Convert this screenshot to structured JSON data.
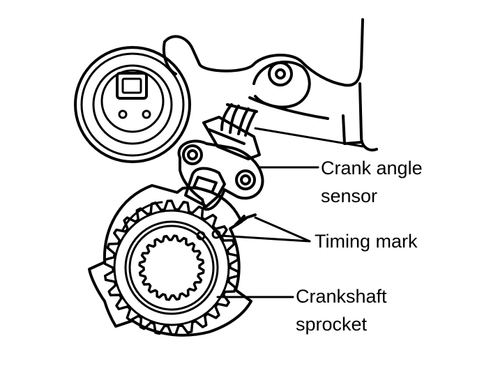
{
  "labels": {
    "crank_angle_sensor": {
      "line1": "Crank angle",
      "line2": "sensor"
    },
    "timing_mark": "Timing mark",
    "crankshaft_sprocket": {
      "line1": "Crankshaft",
      "line2": "sprocket"
    }
  },
  "colors": {
    "ink": "#000000",
    "background": "#ffffff"
  }
}
